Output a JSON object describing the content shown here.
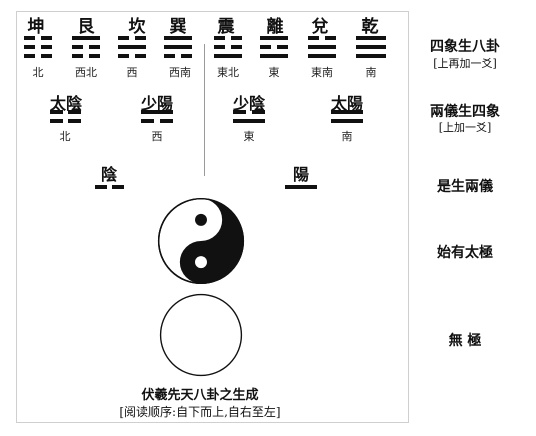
{
  "trigrams": [
    {
      "name": "坤",
      "direction": "北"
    },
    {
      "name": "艮",
      "direction": "西北"
    },
    {
      "name": "坎",
      "direction": "西"
    },
    {
      "name": "巽",
      "direction": "西南"
    },
    {
      "name": "震",
      "direction": "東北"
    },
    {
      "name": "離",
      "direction": "東"
    },
    {
      "name": "兌",
      "direction": "東南"
    },
    {
      "name": "乾",
      "direction": "南"
    }
  ],
  "four_images": [
    {
      "name": "太陰",
      "direction": "北"
    },
    {
      "name": "少陽",
      "direction": "西"
    },
    {
      "name": "少陰",
      "direction": "東"
    },
    {
      "name": "太陽",
      "direction": "南"
    }
  ],
  "two_modes": [
    {
      "name": "陰"
    },
    {
      "name": "陽"
    }
  ],
  "row_labels": {
    "r1_title": "四象生八卦",
    "r1_sub": "[上再加一爻]",
    "r2_title": "兩儀生四象",
    "r2_sub": "[上加一爻]",
    "r3_title": "是生兩儀",
    "r4_title": "始有太極",
    "r5_title": "無 極"
  },
  "caption": {
    "title": "伏羲先天八卦之生成",
    "note": "[阅读顺序:自下而上,自右至左]"
  }
}
